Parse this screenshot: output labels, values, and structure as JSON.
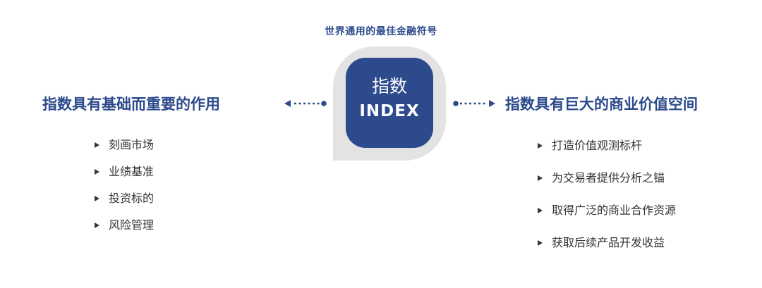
{
  "caption": "世界通用的最佳金融符号",
  "badge": {
    "cn": "指数",
    "en": "INDEX"
  },
  "left": {
    "title": "指数具有基础而重要的作用",
    "items": [
      "刻画市场",
      "业绩基准",
      "投资标的",
      "风险管理"
    ]
  },
  "right": {
    "title": "指数具有巨大的商业价值空间",
    "items": [
      "打造价值观测标杆",
      "为交易者提供分析之锚",
      "取得广泛的商业合作资源",
      "获取后续产品开发收益"
    ]
  },
  "colors": {
    "brand_blue": "#2d4a8c",
    "badge_gray": "#e3e3e3",
    "text": "#333333"
  }
}
